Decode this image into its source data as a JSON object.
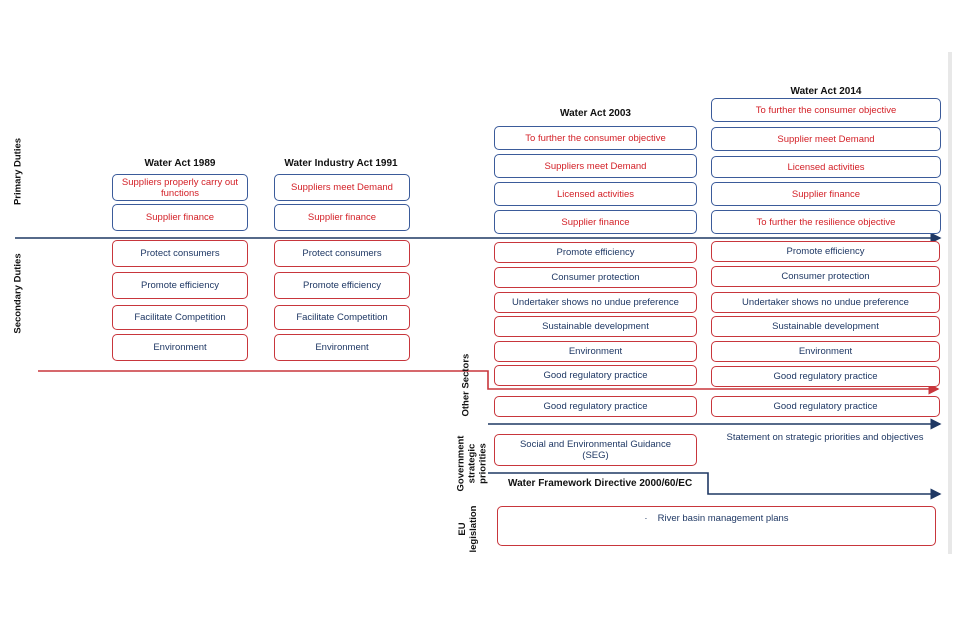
{
  "labels": {
    "primary_duties": "Primary Duties",
    "secondary_duties": "Secondary Duties",
    "other_sectors": "Other Sectors",
    "government_priorities": "Government strategic priorities",
    "eu_legislation": "EU legislation"
  },
  "acts": {
    "wa1989": {
      "title": "Water Act 1989",
      "primary": [
        "Suppliers properly carry out functions",
        "Supplier finance"
      ],
      "secondary": [
        "Protect consumers",
        "Promote efficiency",
        "Facilitate Competition",
        "Environment"
      ]
    },
    "wia1991": {
      "title": "Water Industry Act 1991",
      "primary": [
        "Suppliers meet Demand",
        "Supplier finance"
      ],
      "secondary": [
        "Protect consumers",
        "Promote efficiency",
        "Facilitate Competition",
        "Environment"
      ]
    },
    "wa2003": {
      "title": "Water Act 2003",
      "primary": [
        "To further the consumer objective",
        "Suppliers meet Demand",
        "Licensed activities",
        "Supplier finance"
      ],
      "secondary": [
        "Promote efficiency",
        "Consumer protection",
        "Undertaker shows no undue preference",
        "Sustainable development",
        "Environment",
        "Good regulatory practice"
      ],
      "other_sectors": "Good regulatory practice",
      "government": "Social and Environmental Guidance (SEG)"
    },
    "wa2014": {
      "title": "Water Act 2014",
      "primary": [
        "To further the consumer objective",
        "Supplier meet Demand",
        "Licensed activities",
        "Supplier finance",
        "To further the resilience objective"
      ],
      "secondary": [
        "Promote efficiency",
        "Consumer protection",
        "Undertaker shows no undue preference",
        "Sustainable development",
        "Environment",
        "Good regulatory practice"
      ],
      "other_sectors": "Good regulatory practice",
      "government": "Statement on strategic priorities and objectives"
    }
  },
  "eu": {
    "directive": "Water Framework Directive 2000/60/EC",
    "bullet": "·",
    "item": "River basin management plans"
  },
  "colors": {
    "primary_text": "#d31f26",
    "secondary_text": "#1f3864",
    "blue_border": "#3b5b9a",
    "red_border": "#c8363c",
    "blue_line": "#1f3864",
    "red_line": "#c8363c"
  }
}
